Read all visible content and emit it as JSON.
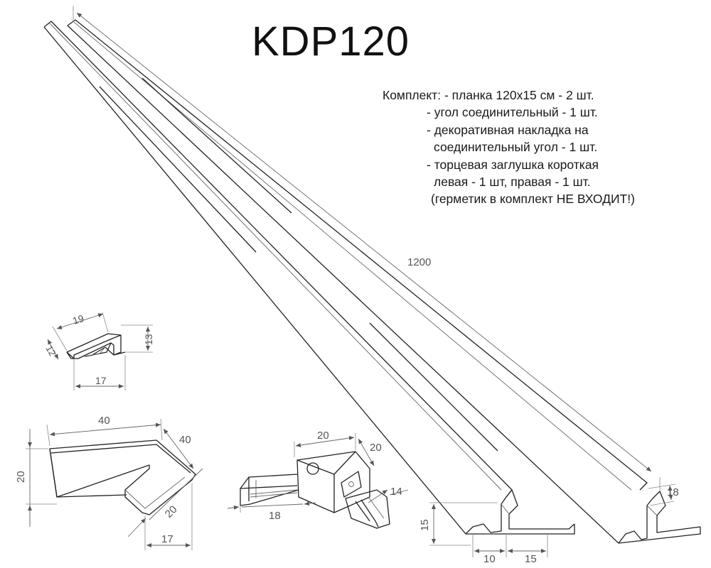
{
  "title": "KDP120",
  "kit": {
    "line1": "Комплект: - планка 120х15 см - 2 шт.",
    "line2": "- угол соединительный - 1 шт.",
    "line3": "- декоративная накладка на",
    "line4": "соединительный угол - 1 шт.",
    "line5": "- торцевая заглушка короткая",
    "line6": "левая - 1 шт, правая - 1 шт.",
    "line7": "(герметик в комплект НЕ ВХОДИТ!)"
  },
  "dimensions": {
    "length": "1200",
    "profile_height": "18",
    "plank_height": "15",
    "plank_base": "10",
    "plank_lip": "15",
    "cap_width": "19",
    "cap_depth": "12",
    "cap_height": "13",
    "cap_base": "17",
    "corner_top": "40",
    "corner_side": "40",
    "corner_height": "20",
    "corner_lip": "20",
    "corner_bottom": "17",
    "connector_top": "20",
    "connector_side": "20",
    "connector_pin": "14",
    "connector_len": "18"
  }
}
